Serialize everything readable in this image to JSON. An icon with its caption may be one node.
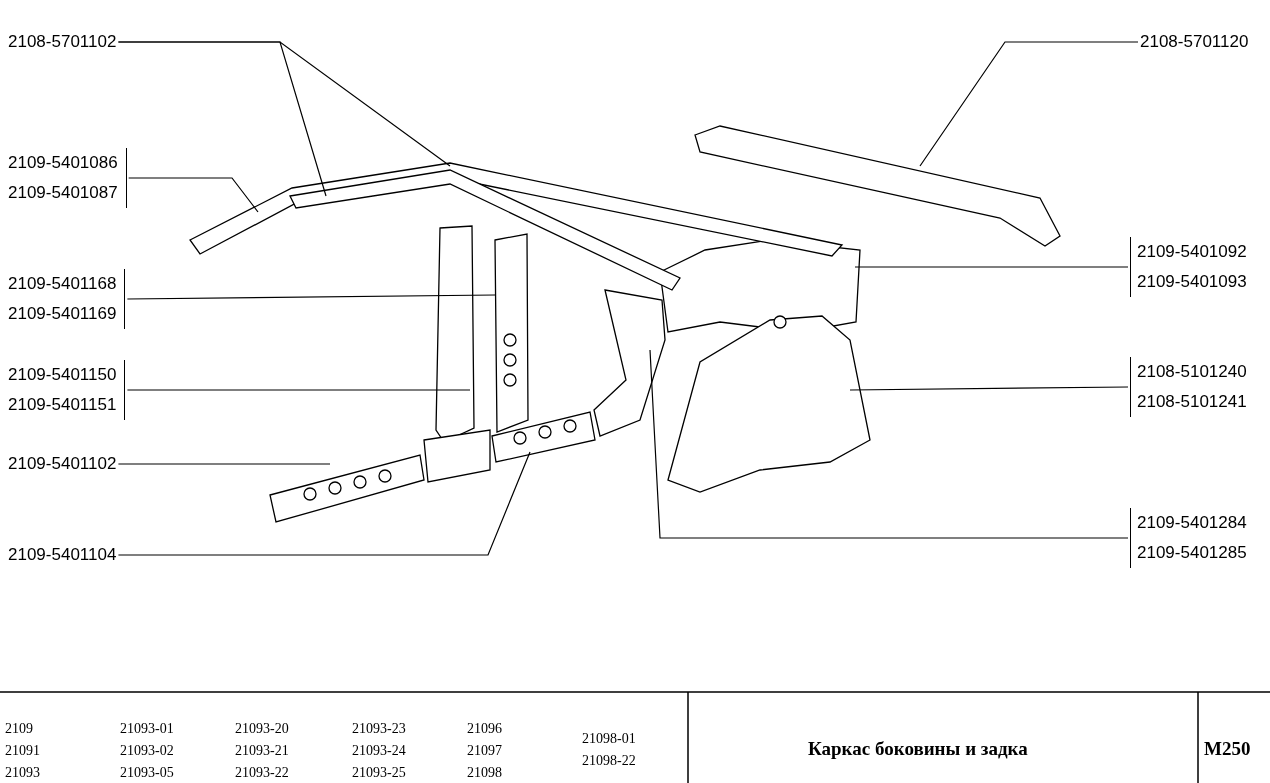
{
  "diagram": {
    "title": "Каркас боковины и задка",
    "nodes": [
      {
        "text": [
          "2108-5701102"
        ]
      },
      {
        "text": [
          "2109-5401086",
          "2109-5401087"
        ]
      },
      {
        "text": [
          "2109-5401168",
          "2109-5401169"
        ]
      },
      {
        "text": [
          "2109-5401150",
          "2109-5401151"
        ]
      },
      {
        "text": [
          "2109-5401102"
        ]
      },
      {
        "text": [
          "2109-5401104"
        ]
      },
      {
        "text": [
          "2108-5701120"
        ]
      },
      {
        "text": [
          "2109-5401092",
          "2109-5401093"
        ]
      },
      {
        "text": [
          "2108-5101240",
          "2108-5101241"
        ]
      },
      {
        "text": [
          "2109-5401284",
          "2109-5401285"
        ]
      }
    ],
    "edges": [
      {
        "from": 0,
        "to": null,
        "arrow": "none"
      },
      {
        "from": 0,
        "to": null,
        "arrow": "none"
      },
      {
        "from": 1,
        "to": null,
        "arrow": "none"
      },
      {
        "from": 2,
        "to": null,
        "arrow": "none"
      },
      {
        "from": 3,
        "to": null,
        "arrow": "none"
      },
      {
        "from": 4,
        "to": null,
        "arrow": "none"
      },
      {
        "from": 5,
        "to": null,
        "arrow": "none"
      },
      {
        "from": 6,
        "to": null,
        "arrow": "none"
      },
      {
        "from": 7,
        "to": null,
        "arrow": "none"
      },
      {
        "from": 8,
        "to": null,
        "arrow": "none"
      },
      {
        "from": 9,
        "to": null,
        "arrow": "none"
      }
    ],
    "labels": [
      "2109",
      "21093-01",
      "21093-20",
      "21093-23",
      "21096",
      "21098-01",
      "21091",
      "21093-02",
      "21093-21",
      "21093-24",
      "21097",
      "21098-22",
      "21093",
      "21093-05",
      "21093-22",
      "21093-25",
      "21098",
      "М250"
    ]
  }
}
